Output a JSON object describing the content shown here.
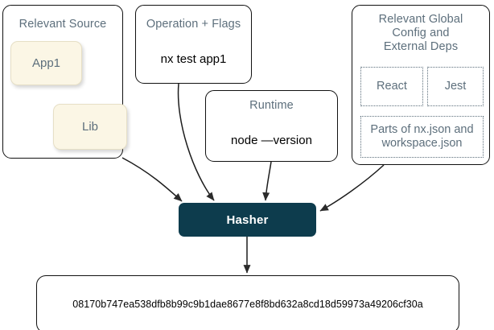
{
  "diagram": {
    "title_color": "#5d6f7c",
    "accent_color": "#0d3c4d",
    "node_fill": "#fbf6e5",
    "groups": {
      "relevant_source": {
        "title": "Relevant Source",
        "nodes": [
          {
            "label": "App1"
          },
          {
            "label": "Lib"
          }
        ]
      },
      "operation_flags": {
        "title": "Operation + Flags",
        "command": "nx test app1"
      },
      "runtime": {
        "title": "Runtime",
        "command": "node —version"
      },
      "global_config": {
        "title": "Relevant Global Config and External Deps",
        "title_line1": "Relevant Global",
        "title_line2": "Config and",
        "title_line3": "External Deps",
        "deps": [
          {
            "label": "React"
          },
          {
            "label": "Jest"
          }
        ],
        "config": {
          "line1": "Parts of nx.json and",
          "line2": "workspace.json"
        }
      }
    },
    "hasher": {
      "label": "Hasher"
    },
    "output": {
      "hash": "08170b747ea538dfb8b99c9b1dae8677e8f8bd632a8cd18d59973a49206cf30a"
    }
  }
}
